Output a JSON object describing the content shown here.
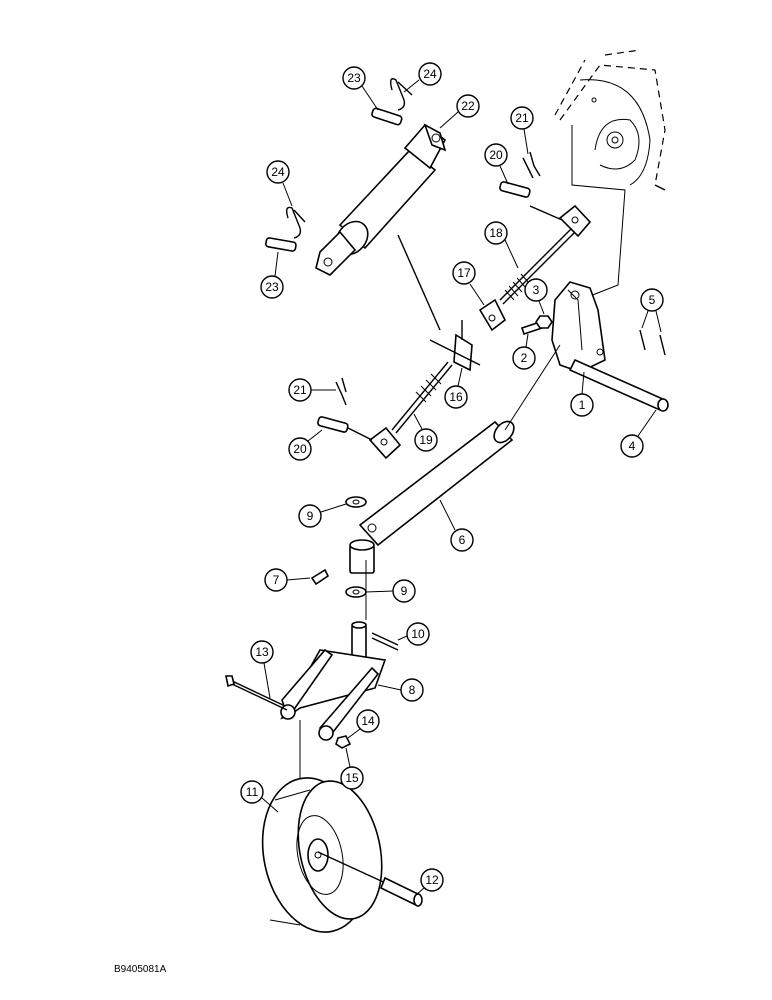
{
  "figure_ref": "B9405081A",
  "callouts": [
    "23",
    "24",
    "22",
    "21",
    "20",
    "24",
    "18",
    "17",
    "3",
    "5",
    "2",
    "23",
    "1",
    "16",
    "21",
    "4",
    "20",
    "19",
    "9",
    "6",
    "7",
    "9",
    "10",
    "13",
    "8",
    "14",
    "15",
    "11",
    "12"
  ]
}
